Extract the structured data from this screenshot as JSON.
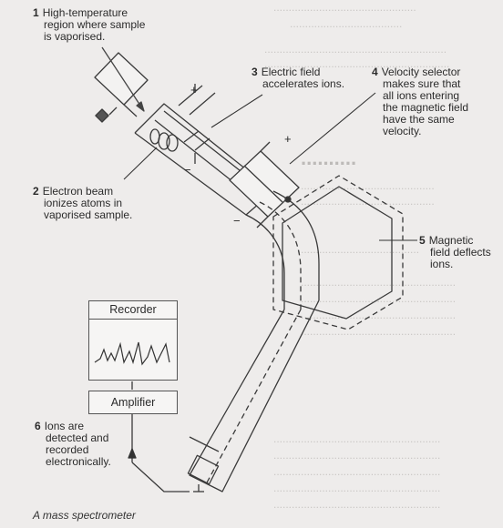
{
  "figure": {
    "caption": "A mass spectrometer",
    "labels": [
      {
        "number": "1",
        "text_lines": [
          "High-temperature",
          "region where sample",
          "is vaporised."
        ]
      },
      {
        "number": "2",
        "text_lines": [
          "Electron beam",
          "ionizes atoms in",
          "vaporised sample."
        ]
      },
      {
        "number": "3",
        "text_lines": [
          "Electric field",
          "accelerates ions."
        ]
      },
      {
        "number": "4",
        "text_lines": [
          "Velocity selector",
          "makes sure that",
          "all ions entering",
          "the magnetic field",
          "have the same",
          "velocity."
        ]
      },
      {
        "number": "5",
        "text_lines": [
          "Magnetic",
          "field deflects",
          "ions."
        ]
      },
      {
        "number": "6",
        "text_lines": [
          "Ions are",
          "detected and",
          "recorded",
          "electronically."
        ]
      }
    ],
    "boxes": {
      "recorder": "Recorder",
      "amplifier": "Amplifier"
    },
    "signs": {
      "plus": "+",
      "minus": "−"
    }
  }
}
